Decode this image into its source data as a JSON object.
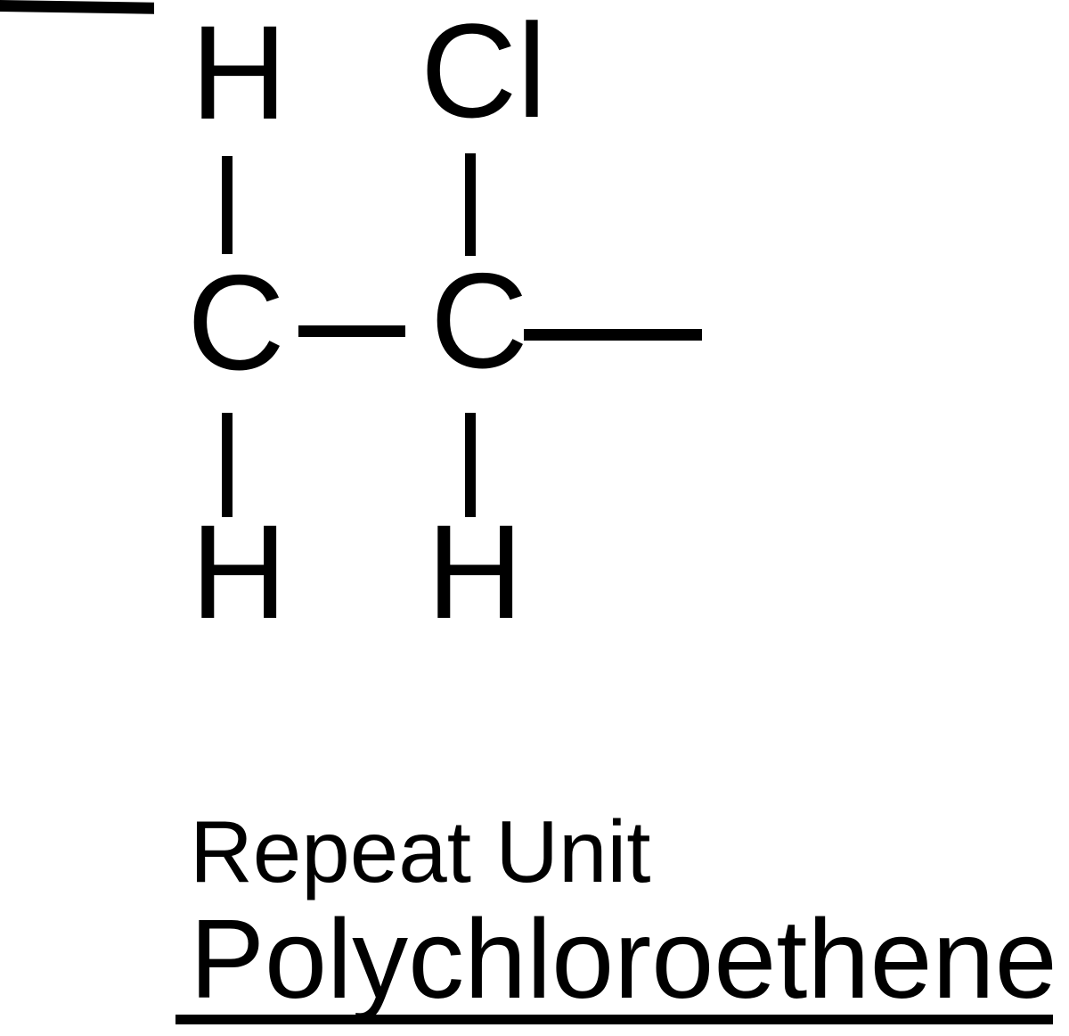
{
  "diagram": {
    "type": "chemical-structure",
    "background_color": "#ffffff",
    "stroke_color": "#000000",
    "structure": {
      "backbone": [
        {
          "id": "carbon-left",
          "label": "C"
        },
        {
          "id": "carbon-right",
          "label": "C"
        }
      ],
      "substituents": [
        {
          "id": "h-top-left",
          "label": "H",
          "attached_to": "carbon-left",
          "position": "top"
        },
        {
          "id": "cl-top-right",
          "label": "Cl",
          "attached_to": "carbon-right",
          "position": "top"
        },
        {
          "id": "h-bottom-left",
          "label": "H",
          "attached_to": "carbon-left",
          "position": "bottom"
        },
        {
          "id": "h-bottom-right",
          "label": "H",
          "attached_to": "carbon-right",
          "position": "bottom"
        }
      ],
      "bonds": [
        {
          "id": "bond-open-left",
          "from": "chain-continuation",
          "to": "carbon-left",
          "orientation": "horizontal"
        },
        {
          "id": "bond-c-c",
          "from": "carbon-left",
          "to": "carbon-right",
          "orientation": "horizontal"
        },
        {
          "id": "bond-open-right",
          "from": "carbon-right",
          "to": "chain-continuation",
          "orientation": "horizontal"
        },
        {
          "id": "bond-c-left-up",
          "from": "carbon-left",
          "to": "h-top-left",
          "orientation": "vertical"
        },
        {
          "id": "bond-c-left-down",
          "from": "carbon-left",
          "to": "h-bottom-left",
          "orientation": "vertical"
        },
        {
          "id": "bond-c-right-up",
          "from": "carbon-right",
          "to": "cl-top-right",
          "orientation": "vertical"
        },
        {
          "id": "bond-c-right-down",
          "from": "carbon-right",
          "to": "h-bottom-right",
          "orientation": "vertical"
        }
      ]
    }
  },
  "caption": {
    "repeat_unit_label": "Repeat Unit",
    "polymer_name": "Polychloroethene",
    "polymer_name_underlined": true
  }
}
